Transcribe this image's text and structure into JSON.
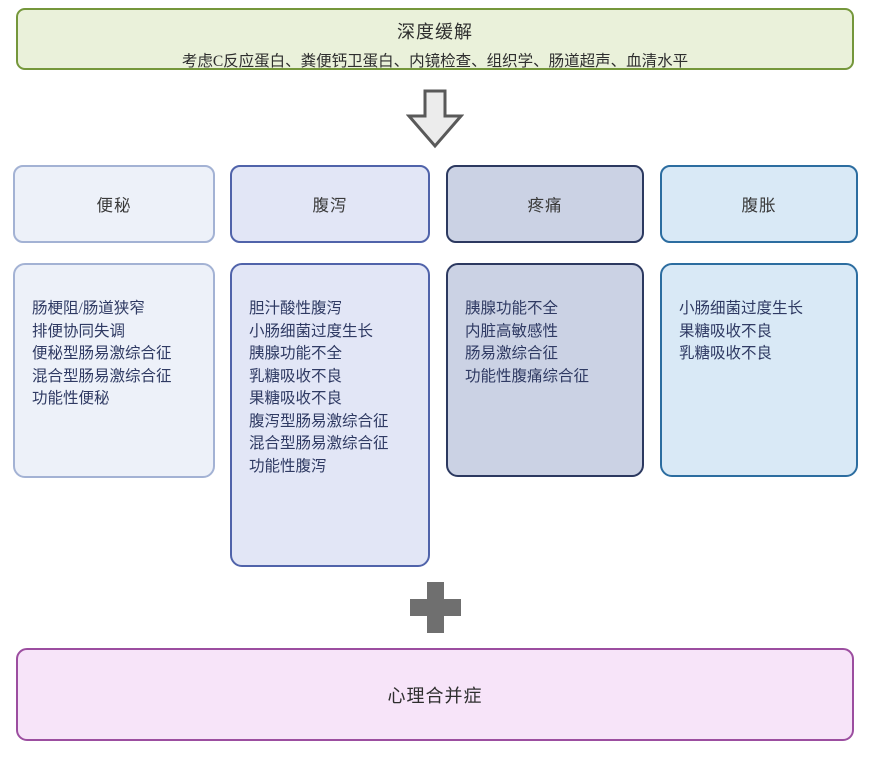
{
  "remission_box": {
    "title": "深度缓解",
    "subtitle": "考虑C反应蛋白、粪便钙卫蛋白、内镜检查、组织学、肠道超声、血清水平"
  },
  "columns": [
    {
      "header": "便秘",
      "items": [
        "肠梗阻/肠道狭窄",
        "排便协同失调",
        "便秘型肠易激综合征",
        "混合型肠易激综合征",
        "功能性便秘"
      ]
    },
    {
      "header": "腹泻",
      "items": [
        "胆汁酸性腹泻",
        "小肠细菌过度生长",
        "胰腺功能不全",
        "乳糖吸收不良",
        "果糖吸收不良",
        "腹泻型肠易激综合征",
        "混合型肠易激综合征",
        "功能性腹泻"
      ]
    },
    {
      "header": "疼痛",
      "items": [
        "胰腺功能不全",
        "内脏高敏感性",
        "肠易激综合征",
        "功能性腹痛综合征"
      ]
    },
    {
      "header": "腹胀",
      "items": [
        "小肠细菌过度生长",
        "果糖吸收不良",
        "乳糖吸收不良"
      ]
    }
  ],
  "comorbidity_box": {
    "label": "心理合并症"
  },
  "icons": {
    "down_arrow": "down-arrow-icon",
    "plus": "plus-icon"
  },
  "colors": {
    "remission_bg": "#eaf1da",
    "remission_border": "#75973b",
    "constipation_bg": "#edf1f9",
    "constipation_border": "#a3b2d4",
    "diarrhea_bg": "#e2e6f6",
    "diarrhea_border": "#5063aa",
    "pain_bg": "#cbd2e4",
    "pain_border": "#2c3960",
    "bloating_bg": "#d9e9f6",
    "bloating_border": "#2c6da0",
    "list_text": "#2f3a63",
    "arrow_fill": "#ececec",
    "arrow_stroke": "#595959",
    "plus_fill": "#6f6f6f",
    "comorbidity_bg": "#f7e4f9",
    "comorbidity_border": "#9c4ea0"
  }
}
